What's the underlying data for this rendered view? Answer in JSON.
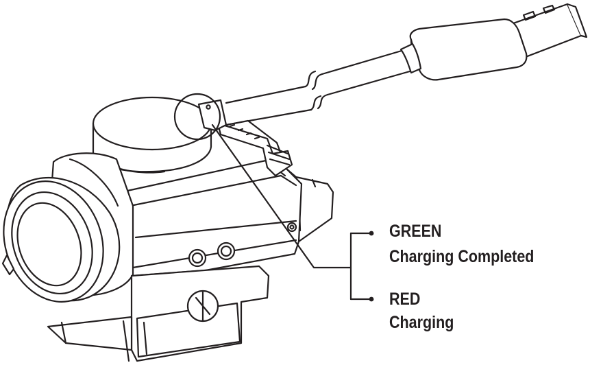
{
  "legend": {
    "green": {
      "title": "GREEN",
      "description": "Charging Completed"
    },
    "red": {
      "title": "RED",
      "description": "Charging"
    }
  },
  "colors": {
    "line": "#231f20",
    "background": "#ffffff"
  },
  "illustration": {
    "device": "red-dot-sight-icon",
    "cable": "usb-charging-cable-icon",
    "indicator": "charging-indicator-led-icon"
  }
}
